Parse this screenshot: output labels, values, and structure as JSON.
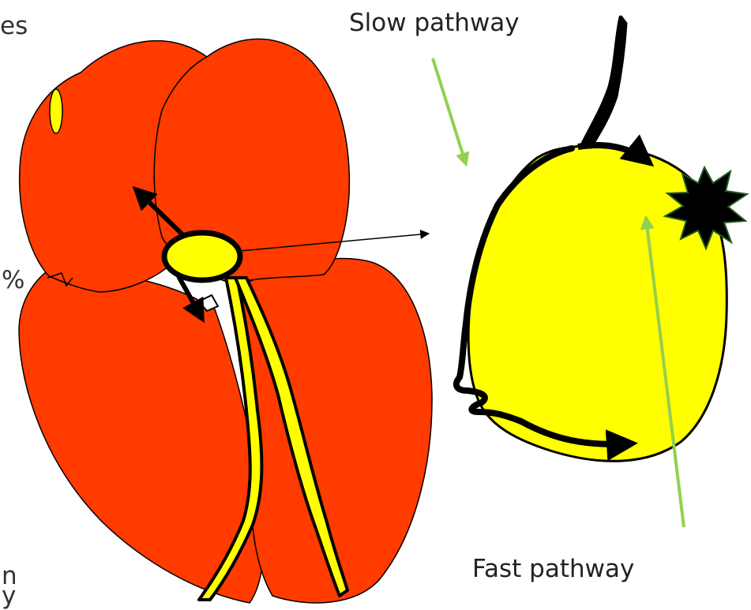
{
  "labels": {
    "slow_pathway": "Slow pathway",
    "fast_pathway": "Fast pathway"
  },
  "cropped_text": {
    "top_left": "es",
    "middle_left": "%",
    "bottom_left_1": "n",
    "bottom_left_2": "y"
  },
  "colors": {
    "heart_fill": "#ff3b00",
    "node_fill": "#ffff00",
    "outline": "#000000",
    "pointer_arrow": "#92d050"
  }
}
